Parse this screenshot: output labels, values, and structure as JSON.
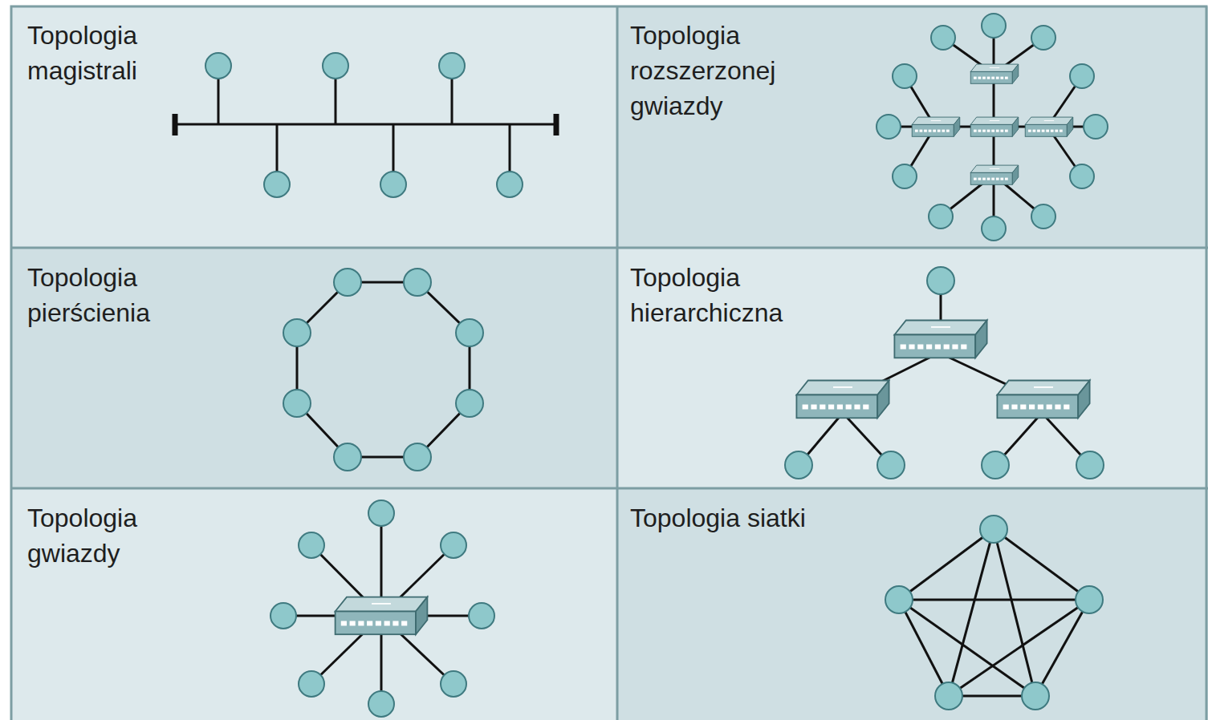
{
  "diagram": {
    "nodes": [
      {
        "text": [
          "Topologia magistrali"
        ]
      },
      {
        "text": [
          "Topologia rozszerzonej gwiazdy"
        ]
      },
      {
        "text": [
          "Topologia pierścienia"
        ]
      },
      {
        "text": [
          "Topologia hierarchiczna"
        ]
      },
      {
        "text": [
          "Topologia gwiazdy"
        ]
      },
      {
        "text": [
          "Topologia siatki"
        ]
      }
    ]
  }
}
